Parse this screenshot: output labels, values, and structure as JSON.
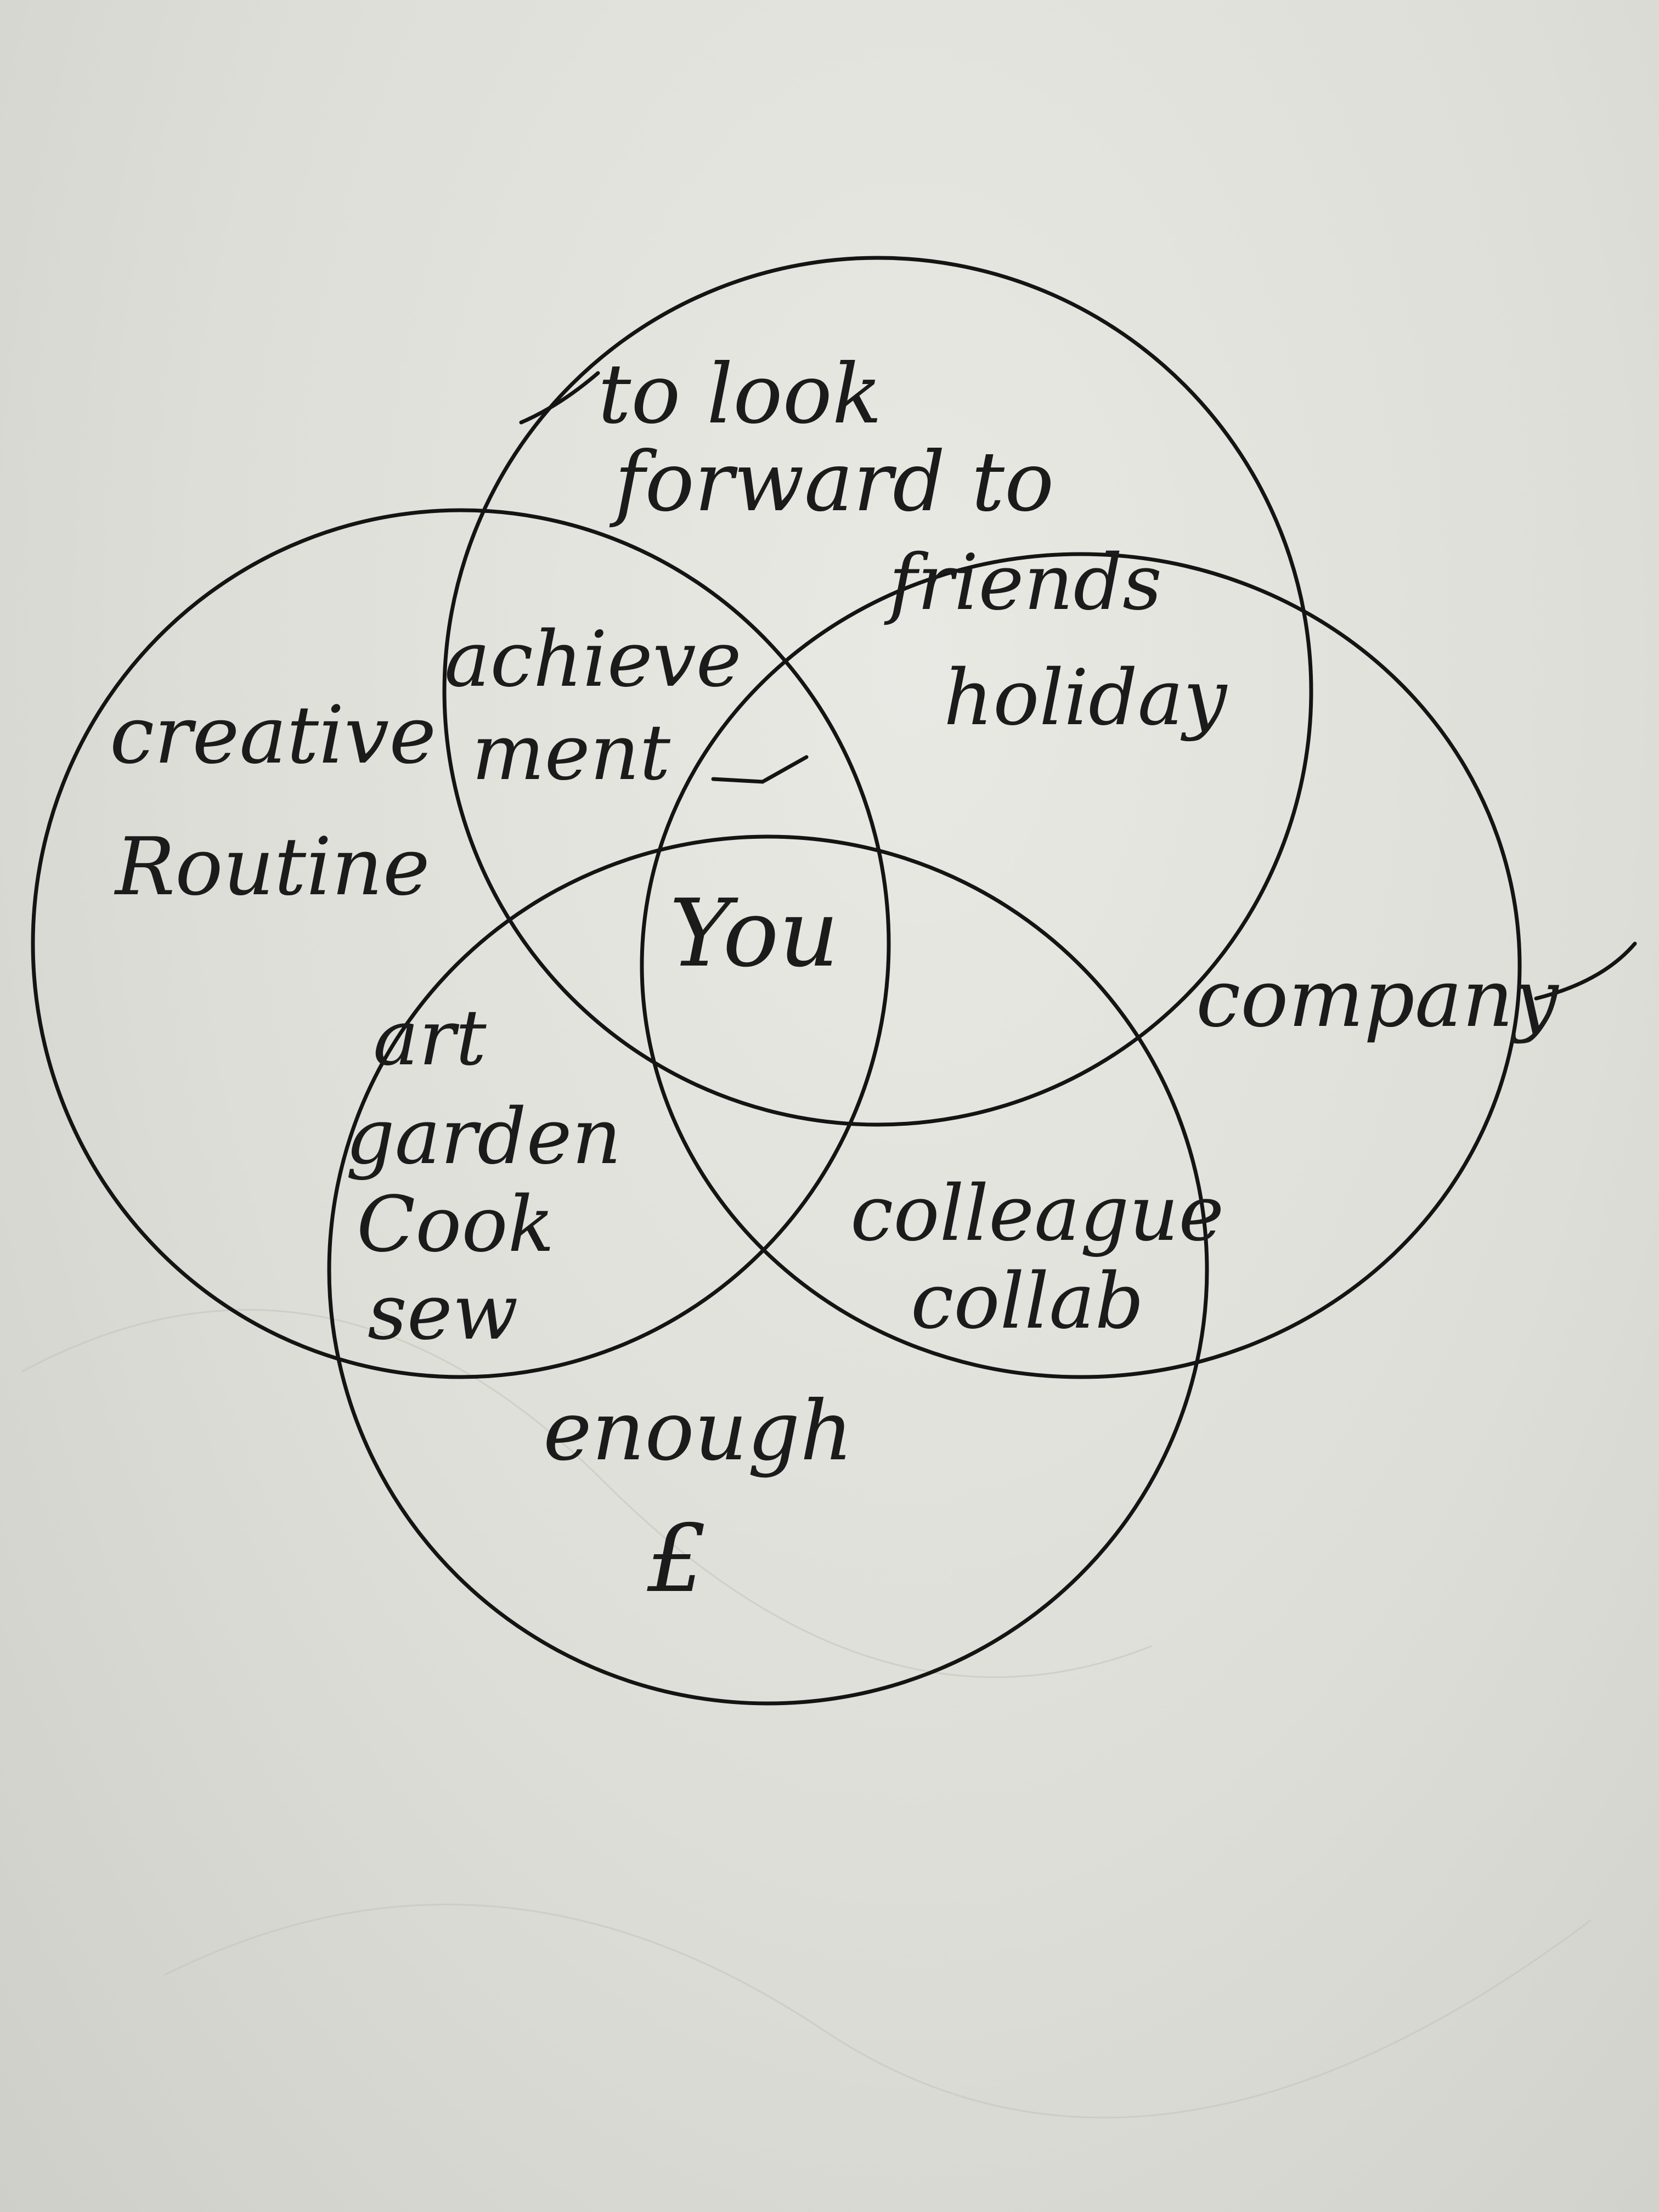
{
  "diagram": {
    "type": "venn",
    "circles": [
      "top",
      "left",
      "right",
      "bottom"
    ],
    "labels": {
      "top_line1": "to look",
      "top_line2": "forward to",
      "left_line1": "creative",
      "left_line2": "Routine",
      "achievement_line1": "achieve",
      "achievement_line2": "ment",
      "friends_line1": "friends",
      "friends_line2": "holiday",
      "center": "You",
      "right_outer": "company",
      "hobbies_line1": "art",
      "hobbies_line2": "garden",
      "hobbies_line3": "Cook",
      "hobbies_line4": "sew",
      "colleague_line1": "colleague",
      "colleague_line2": "collab",
      "bottom_line1": "enough",
      "bottom_line2": "£"
    }
  }
}
